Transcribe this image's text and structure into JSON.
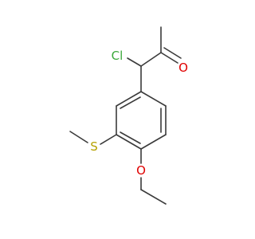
{
  "molecule": {
    "atoms": {
      "chlorine": {
        "symbol": "Cl",
        "color": "#3aa83a"
      },
      "oxygen_carbonyl": {
        "symbol": "O",
        "color": "#e00000"
      },
      "sulfur": {
        "symbol": "S",
        "color": "#b5a100"
      },
      "oxygen_ether": {
        "symbol": "O",
        "color": "#e00000"
      }
    },
    "bond_color": "#3a3a3a"
  }
}
